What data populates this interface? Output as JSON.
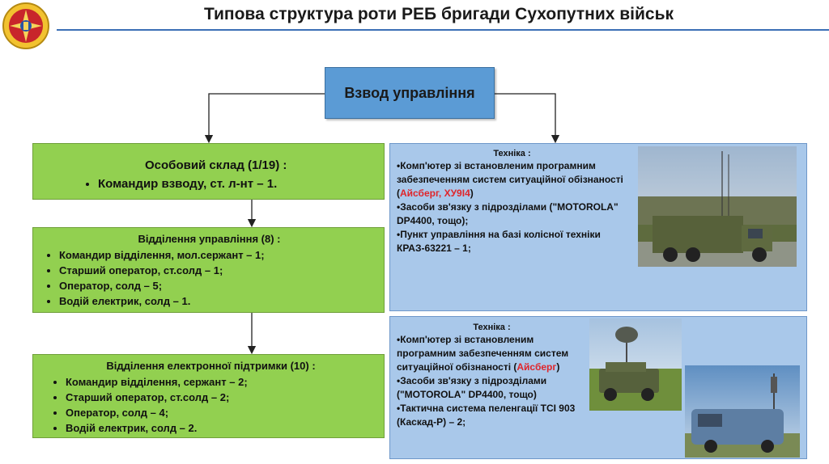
{
  "title": "Типова структура роти РЕБ бригади Сухопутних військ",
  "platoon": {
    "label": "Взвод управління"
  },
  "personnel": {
    "heading": "Особовий склад (1/19) :",
    "items": [
      "Командир взводу, ст. л-нт – 1."
    ]
  },
  "section_control": {
    "heading": "Відділення управління (8) :",
    "items": [
      "Командир відділення, мол.сержант  – 1;",
      "Старший оператор, ст.солд – 1;",
      "Оператор, солд – 5;",
      "Водій електрик, солд – 1."
    ]
  },
  "section_ew": {
    "heading": "Відділення електронної підтримки (10) :",
    "items": [
      "Командир відділення, сержант  – 2;",
      "Старший оператор, ст.солд – 2;",
      "Оператор, солд – 4;",
      "Водій електрик, солд – 2."
    ]
  },
  "tech1": {
    "title": "Техніка :",
    "line1_a": "•Комп'ютер зі встановленим програмним забезпеченням систем ситуаційної обізнаності (",
    "line1_red": "Айсберг, ХУ9І4",
    "line1_b": ")",
    "line2": "•Засоби зв'язку з підрозділами (\"MOTOROLA\" DP4400, тощо);",
    "line3": "•Пункт управління на базі колісної техніки КРАЗ-63221 – 1;"
  },
  "tech2": {
    "title": "Техніка :",
    "line1_a": "•Комп'ютер зі встановленим програмним забезпеченням систем ситуаційної обізнаності (",
    "line1_red": "Айсберг",
    "line1_b": ")",
    "line2": "•Засоби зв'язку з підрозділами (\"MOTOROLA\" DP4400, тощо)",
    "line3": "•Тактична система пеленгації ТСІ 903 (Каскад-Р) – 2;"
  },
  "colors": {
    "green_box": "#92d050",
    "blue_panel": "#a9c8ea",
    "platoon_box": "#5b9bd5",
    "accent_red": "#e0252a",
    "title_line": "#3b6fb6"
  }
}
